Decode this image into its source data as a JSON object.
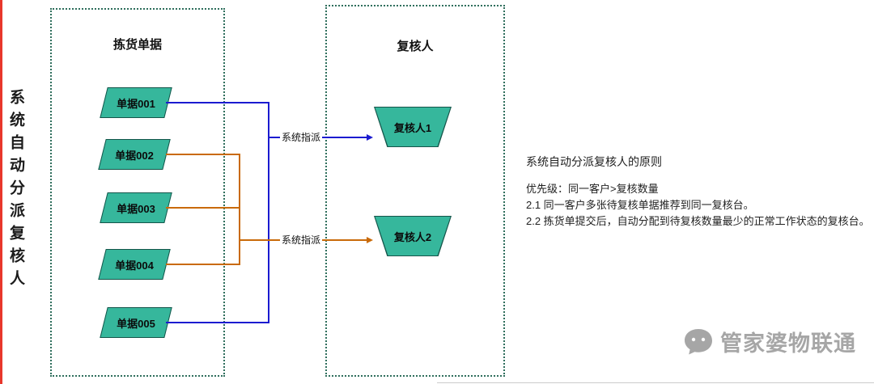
{
  "page": {
    "vertical_title": "系统自动分派复核人"
  },
  "diagram": {
    "left_group": {
      "title": "拣货单据",
      "nodes": [
        "单据001",
        "单据002",
        "单据003",
        "单据004",
        "单据005"
      ]
    },
    "right_group": {
      "title": "复核人",
      "nodes": [
        "复核人1",
        "复核人2"
      ]
    },
    "edges": [
      {
        "from": [
          "单据001",
          "单据005"
        ],
        "to": "复核人1",
        "label": "系统指派",
        "color": "#1b1bd0"
      },
      {
        "from": [
          "单据002",
          "单据003",
          "单据004"
        ],
        "to": "复核人2",
        "label": "系统指派",
        "color": "#c96a0a"
      }
    ]
  },
  "notes": {
    "title": "系统自动分派复核人的原则",
    "lines": [
      "优先级：同一客户>复核数量",
      "2.1 同一客户多张待复核单据推荐到同一复核台。",
      "2.2 拣货单提交后，自动分配到待复核数量最少的正常工作状态的复核台。"
    ]
  },
  "brand": {
    "text": "管家婆物联通"
  },
  "colors": {
    "node_fill": "#36b79c",
    "node_border": "#15554a",
    "group_border": "#2e6e5c",
    "edge_blue": "#1b1bd0",
    "edge_orange": "#c96a0a",
    "accent_red": "#e8372c",
    "brand_gray": "#a6a6a6"
  }
}
